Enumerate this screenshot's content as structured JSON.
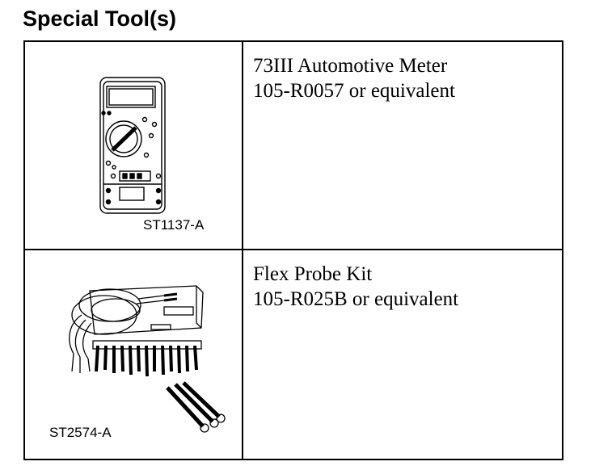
{
  "page": {
    "title": "Special Tool(s)"
  },
  "tools": [
    {
      "caption": "ST1137-A",
      "lines": [
        "73III Automotive Meter",
        "105-R0057 or equivalent"
      ],
      "icon": "multimeter-illustration"
    },
    {
      "caption": "ST2574-A",
      "lines": [
        "Flex Probe Kit",
        "105-R025B or equivalent"
      ],
      "icon": "flex-probe-kit-illustration"
    }
  ]
}
